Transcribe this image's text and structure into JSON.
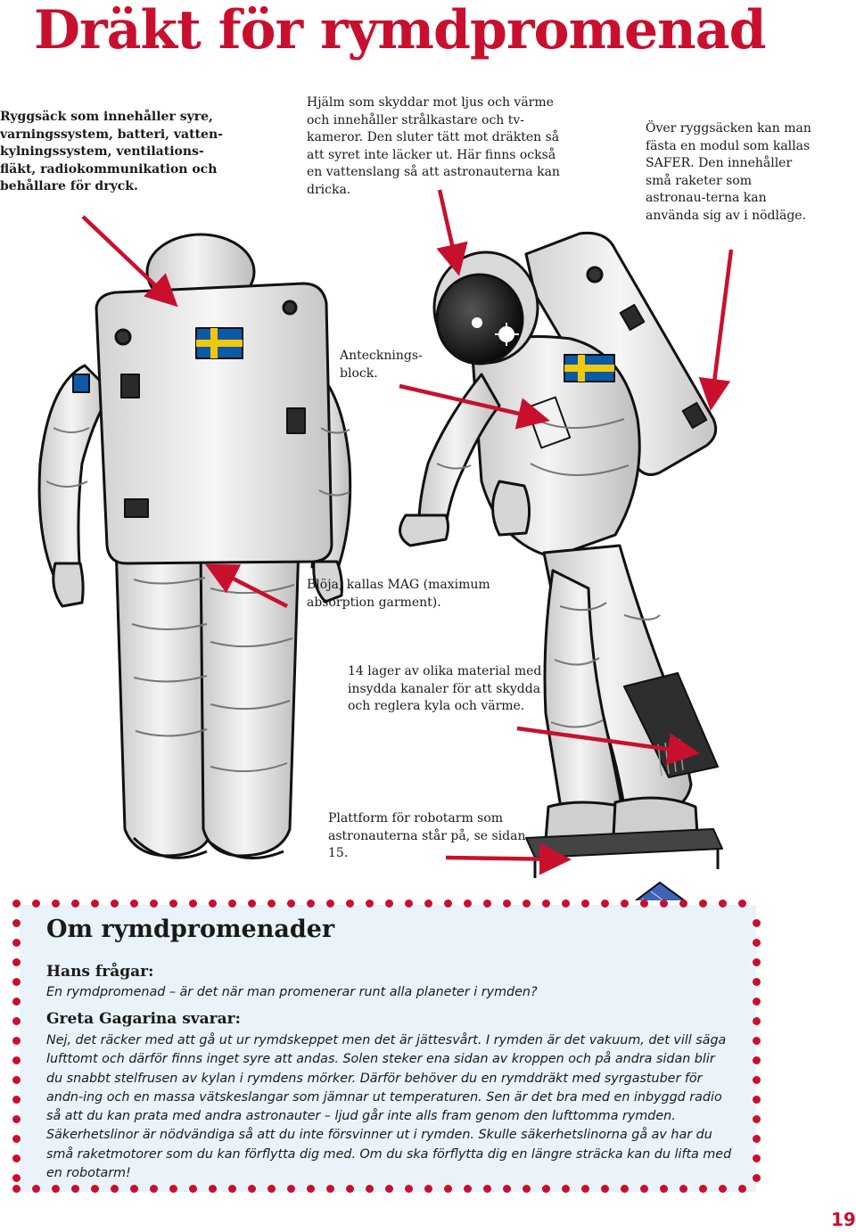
{
  "page": {
    "title": "Dräkt för rymdpromenad",
    "page_number": "19"
  },
  "captions": {
    "backpack": "Ryggsäck som innehåller syre, varningssystem, batteri, vatten-kylningssystem, ventilations-fläkt, radiokommunikation och behållare för dryck.",
    "helmet": "Hjälm som skyddar mot ljus och värme och innehåller strålkastare och tv-kameror. Den sluter tätt mot dräkten så att syret inte läcker ut. Här finns också en vattenslang så att astronauterna kan dricka.",
    "safer": "Över ryggsäcken kan man fästa en modul som kallas SAFER. Den innehåller små raketer som astronau-terna kan använda sig av i nödläge.",
    "notepad": "Antecknings-block.",
    "mag": "Blöja, kallas MAG (maximum absorption garment).",
    "layers": "14 lager av olika material med insydda kanaler för att skydda och reglera kyla och värme.",
    "platform": "Plattform för robotarm som astronauterna står på, se sidan 15."
  },
  "info_box": {
    "heading": "Om rymdpromenader",
    "question_speaker": "Hans frågar:",
    "question": "En rymdpromenad – är det när man promenerar runt alla planeter i rymden?",
    "answer_speaker": "Greta Gagarina svarar:",
    "answer": "Nej, det räcker med att gå ut ur rymdskeppet men det är jättesvårt. I rymden är det vakuum, det vill säga lufttomt och därför finns inget syre att andas. Solen steker ena sidan av kroppen och på andra sidan blir du snabbt stelfrusen av kylan i rymdens mörker. Därför behöver du en rymddräkt med syrgastuber för andn-ing och en massa vätskeslangar som jämnar ut temperaturen. Sen är det bra med en inbyggd radio så att du kan prata med andra astronauter – ljud går inte alls fram genom den lufttomma rymden. Säkerhetslinor är nödvändiga så att du inte försvinner ut i rymden. Skulle säkerhetslinorna gå av har du små raketmotorer som du kan förflytta dig med. Om du ska förflytta dig en längre sträcka kan du lifta med en robotarm!"
  },
  "colors": {
    "accent": "#c8102e",
    "panel": "#e9f3f9",
    "flag_blue": "#0a5aa6",
    "flag_yellow": "#f2c80f"
  }
}
